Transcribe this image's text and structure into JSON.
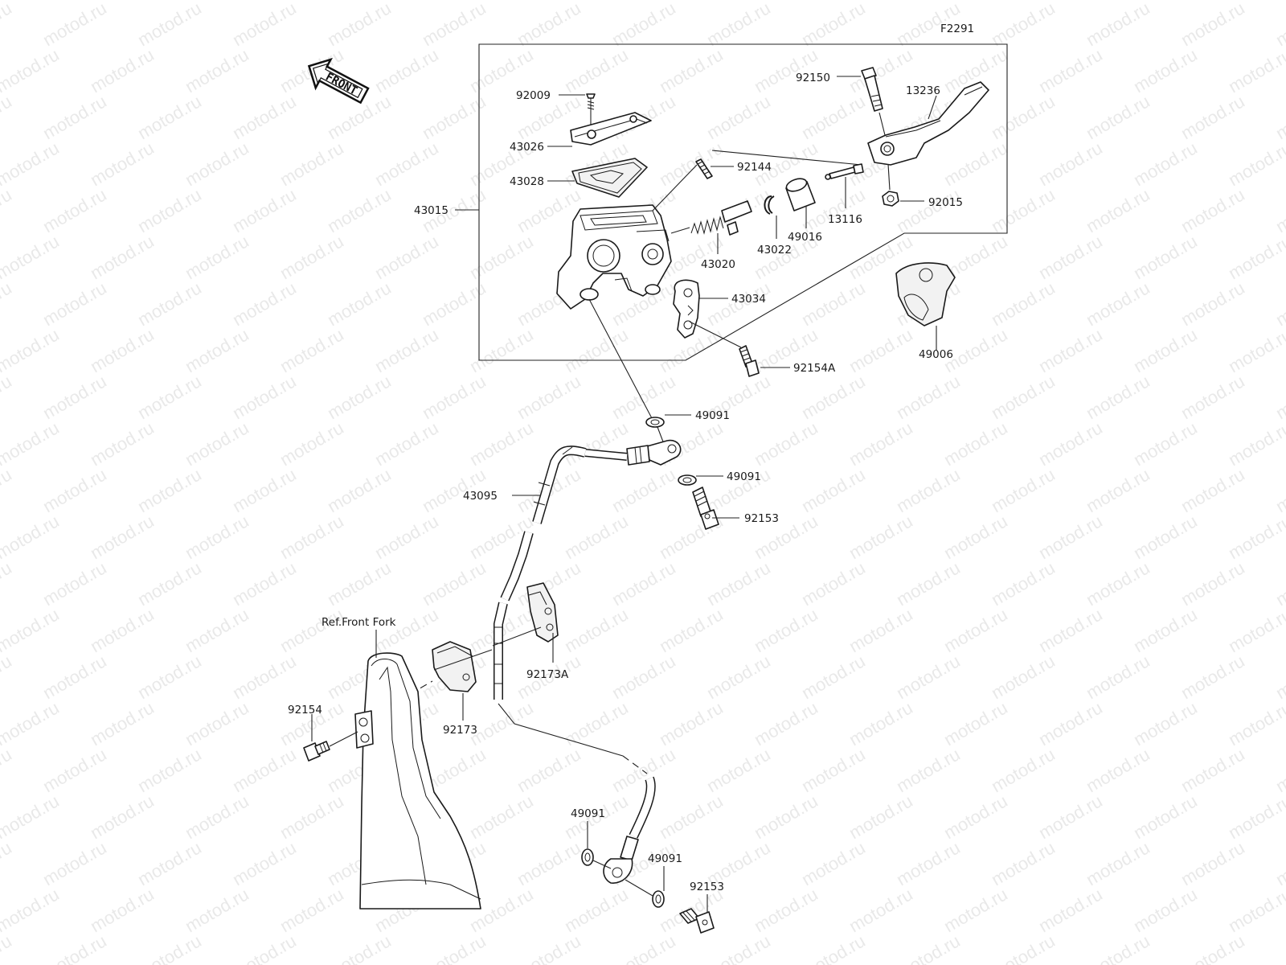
{
  "figure_code": "F2291",
  "watermark_text": "motod.ru",
  "front_arrow_label": "FRONT",
  "reference_label": "Ref.Front Fork",
  "callouts": {
    "c92009": "92009",
    "c43026": "43026",
    "c43028": "43028",
    "c43015": "43015",
    "c92144": "92144",
    "c92150": "92150",
    "c13236": "13236",
    "c92015": "92015",
    "c13116": "13116",
    "c49016": "49016",
    "c43022": "43022",
    "c43020": "43020",
    "c43034": "43034",
    "c92154A": "92154A",
    "c49006": "49006",
    "c49091a": "49091",
    "c49091b": "49091",
    "c92153a": "92153",
    "c43095": "43095",
    "c92173A": "92173A",
    "c92173": "92173",
    "c92154": "92154",
    "c49091c": "49091",
    "c49091d": "49091",
    "c92153b": "92153"
  }
}
